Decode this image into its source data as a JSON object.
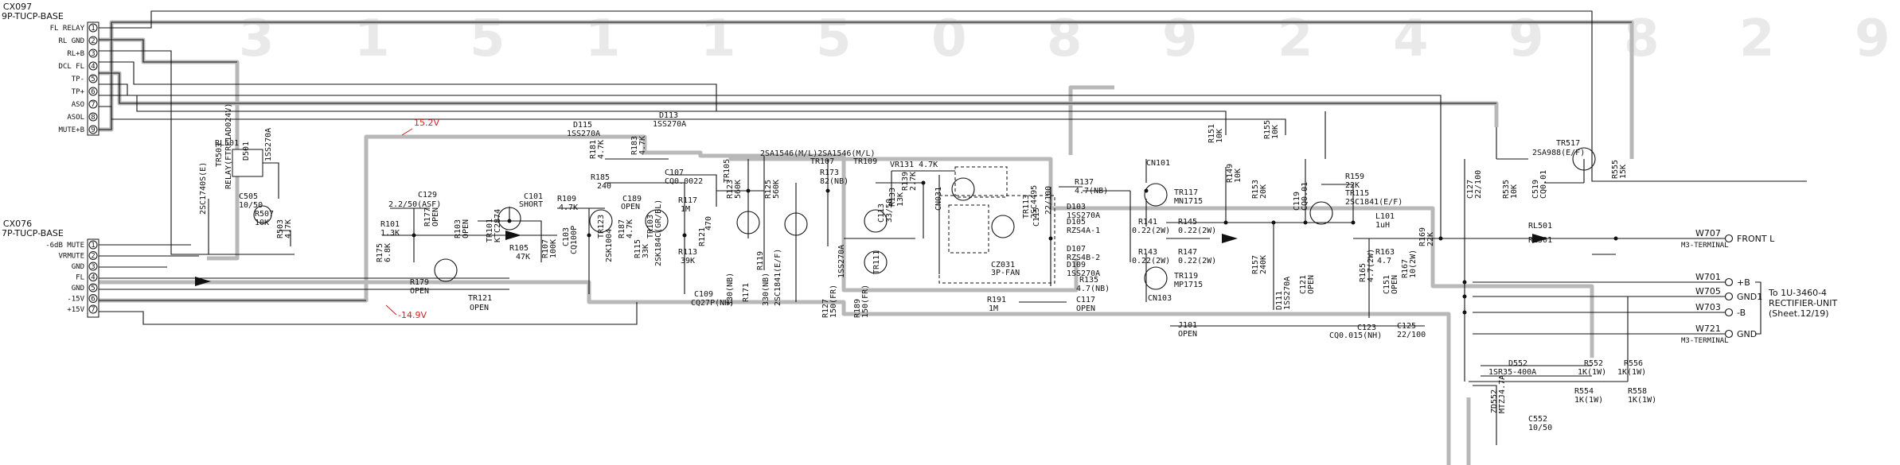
{
  "watermark_digits": [
    "3",
    "1",
    "5",
    "1",
    "1",
    "5",
    "0",
    "8",
    "9",
    "2",
    "4",
    "9",
    "8",
    "2",
    "9"
  ],
  "connector_top": {
    "name": "CX097",
    "type": "9P-TUCP-BASE",
    "pins": [
      {
        "num": "1",
        "label": "FL RELAY"
      },
      {
        "num": "2",
        "label": "RL GND"
      },
      {
        "num": "3",
        "label": "RL+B"
      },
      {
        "num": "4",
        "label": "DCL FL"
      },
      {
        "num": "5",
        "label": "TP-"
      },
      {
        "num": "6",
        "label": "TP+"
      },
      {
        "num": "7",
        "label": "ASO"
      },
      {
        "num": "8",
        "label": "ASOL"
      },
      {
        "num": "9",
        "label": "MUTE+B"
      }
    ]
  },
  "connector_bottom": {
    "name": "CX076",
    "type": "7P-TUCP-BASE",
    "pins": [
      {
        "num": "1",
        "label": "-6dB MUTE"
      },
      {
        "num": "2",
        "label": "VRMUTE"
      },
      {
        "num": "3",
        "label": "GND"
      },
      {
        "num": "4",
        "label": "FL"
      },
      {
        "num": "5",
        "label": "GND"
      },
      {
        "num": "6",
        "label": "-15V"
      },
      {
        "num": "7",
        "label": "+15V"
      }
    ]
  },
  "voltages": {
    "pos": "15.2V",
    "neg": "-14.9V"
  },
  "parts": [
    {
      "id": "RL501",
      "text": "RL501"
    },
    {
      "id": "TR503",
      "text": "TR503"
    },
    {
      "id": "c1740s",
      "text": "2SC1740S(E)"
    },
    {
      "id": "relay",
      "text": "RELAY(FTRF1AD024V)"
    },
    {
      "id": "D501",
      "text": "D501"
    },
    {
      "id": "d501v",
      "text": "1SS270A"
    },
    {
      "id": "C505",
      "text": "C505"
    },
    {
      "id": "c505v",
      "text": "10/50"
    },
    {
      "id": "R507",
      "text": "R507"
    },
    {
      "id": "r507v",
      "text": "10K"
    },
    {
      "id": "R503",
      "text": "R503"
    },
    {
      "id": "r503v",
      "text": "4.7K"
    },
    {
      "id": "C129",
      "text": "C129"
    },
    {
      "id": "c129v",
      "text": "2.2/50(ASF)"
    },
    {
      "id": "R101",
      "text": "R101"
    },
    {
      "id": "r101v",
      "text": "1.3K"
    },
    {
      "id": "R175",
      "text": "R175"
    },
    {
      "id": "r175v",
      "text": "6.8K"
    },
    {
      "id": "R177",
      "text": "R177"
    },
    {
      "id": "r177v",
      "text": "OPEN"
    },
    {
      "id": "R179",
      "text": "R179"
    },
    {
      "id": "r179v",
      "text": "OPEN"
    },
    {
      "id": "R103",
      "text": "R103"
    },
    {
      "id": "r103v",
      "text": "OPEN"
    },
    {
      "id": "TR121",
      "text": "TR121"
    },
    {
      "id": "tr121v",
      "text": "OPEN"
    },
    {
      "id": "TR101",
      "text": "TR101"
    },
    {
      "id": "ktc",
      "text": "KTC2874"
    },
    {
      "id": "C101",
      "text": "C101"
    },
    {
      "id": "c101v",
      "text": "SHORT"
    },
    {
      "id": "R105",
      "text": "R105"
    },
    {
      "id": "r105v",
      "text": "47K"
    },
    {
      "id": "R109",
      "text": "R109"
    },
    {
      "id": "r109v",
      "text": "4.7K"
    },
    {
      "id": "R107",
      "text": "R107"
    },
    {
      "id": "r107v",
      "text": "100K"
    },
    {
      "id": "C103",
      "text": "C103"
    },
    {
      "id": "c103v",
      "text": "CQ100P"
    },
    {
      "id": "D115",
      "text": "D115"
    },
    {
      "id": "d115v",
      "text": "1SS270A"
    },
    {
      "id": "D113",
      "text": "D113"
    },
    {
      "id": "d113v",
      "text": "1SS270A"
    },
    {
      "id": "R181",
      "text": "R181"
    },
    {
      "id": "r181v",
      "text": "4.7K"
    },
    {
      "id": "R183",
      "text": "R183"
    },
    {
      "id": "r183v",
      "text": "4.7K"
    },
    {
      "id": "R185",
      "text": "R185"
    },
    {
      "id": "r185v",
      "text": "240"
    },
    {
      "id": "C107",
      "text": "C107"
    },
    {
      "id": "c107v",
      "text": "CQ0.0022"
    },
    {
      "id": "C189",
      "text": "C189"
    },
    {
      "id": "c189v",
      "text": "OPEN"
    },
    {
      "id": "TR123",
      "text": "TR123"
    },
    {
      "id": "tr123v",
      "text": "2SK1004"
    },
    {
      "id": "TR103",
      "text": "TR103"
    },
    {
      "id": "tr103v",
      "text": "2SK184C(GR/BL)"
    },
    {
      "id": "R187",
      "text": "R187"
    },
    {
      "id": "r187v",
      "text": "4.7K"
    },
    {
      "id": "R115",
      "text": "R115"
    },
    {
      "id": "r115v",
      "text": "33K"
    },
    {
      "id": "R117",
      "text": "R117"
    },
    {
      "id": "r117v",
      "text": "1M"
    },
    {
      "id": "R113",
      "text": "R113"
    },
    {
      "id": "r113v",
      "text": "39K"
    },
    {
      "id": "R121",
      "text": "R121"
    },
    {
      "id": "r121v",
      "text": "470"
    },
    {
      "id": "C109",
      "text": "C109"
    },
    {
      "id": "c109v",
      "text": "CQ27P(NH)"
    },
    {
      "id": "tr_pair",
      "text": "2SA1546(M/L)2SA1546(M/L)"
    },
    {
      "id": "TR105",
      "text": "TR105"
    },
    {
      "id": "TR107",
      "text": "TR107"
    },
    {
      "id": "TR109",
      "text": "TR109"
    },
    {
      "id": "TR111",
      "text": "TR111"
    },
    {
      "id": "R123",
      "text": "R123"
    },
    {
      "id": "r123v",
      "text": "560K"
    },
    {
      "id": "R125",
      "text": "R125"
    },
    {
      "id": "r125v",
      "text": "560K"
    },
    {
      "id": "R127",
      "text": "R127"
    },
    {
      "id": "r127v",
      "text": "150(FR)"
    },
    {
      "id": "R171",
      "text": "R171"
    },
    {
      "id": "r171v",
      "text": "330(NB)"
    },
    {
      "id": "R119",
      "text": "R119"
    },
    {
      "id": "r119v",
      "text": "330(NB)"
    },
    {
      "id": "c1841",
      "text": "2SC1841(E/F)"
    },
    {
      "id": "R173",
      "text": "R173"
    },
    {
      "id": "r173v",
      "text": "82(NB)"
    },
    {
      "id": "R189",
      "text": "R189"
    },
    {
      "id": "r189v",
      "text": "150(FR)"
    },
    {
      "id": "c1565",
      "text": "1SS270A"
    },
    {
      "id": "VR131",
      "text": "VR131 4.7K"
    },
    {
      "id": "R133",
      "text": "R133"
    },
    {
      "id": "r133v",
      "text": "13K"
    },
    {
      "id": "R139",
      "text": "R139"
    },
    {
      "id": "r139v",
      "text": "2.7K"
    },
    {
      "id": "C113",
      "text": "C113"
    },
    {
      "id": "c113v",
      "text": "33/50"
    },
    {
      "id": "CN031",
      "text": "CN031"
    },
    {
      "id": "CZ031",
      "text": "CZ031"
    },
    {
      "id": "fan",
      "text": "3P-FAN"
    },
    {
      "id": "TR113",
      "text": "TR113"
    },
    {
      "id": "tr113v",
      "text": "2SC4495"
    },
    {
      "id": "C115",
      "text": "C115"
    },
    {
      "id": "c115v",
      "text": "22/100"
    },
    {
      "id": "R191",
      "text": "R191"
    },
    {
      "id": "r191v",
      "text": "1M"
    },
    {
      "id": "C117",
      "text": "C117"
    },
    {
      "id": "c117v",
      "text": "OPEN"
    },
    {
      "id": "R137",
      "text": "R137"
    },
    {
      "id": "r137v",
      "text": "4.7(NB)"
    },
    {
      "id": "D103",
      "text": "D103"
    },
    {
      "id": "d103v",
      "text": "1SS270A"
    },
    {
      "id": "D105",
      "text": "D105"
    },
    {
      "id": "d105v",
      "text": "RZS4A-1"
    },
    {
      "id": "D107",
      "text": "D107"
    },
    {
      "id": "d107v",
      "text": "RZS4B-2"
    },
    {
      "id": "D109",
      "text": "D109"
    },
    {
      "id": "d109v",
      "text": "1SS270A"
    },
    {
      "id": "R135",
      "text": "R135"
    },
    {
      "id": "r135v",
      "text": "4.7(NB)"
    },
    {
      "id": "CN101",
      "text": "CN101"
    },
    {
      "id": "CN103",
      "text": "CN103"
    },
    {
      "id": "TR117",
      "text": "TR117"
    },
    {
      "id": "tr117v",
      "text": "MN1715"
    },
    {
      "id": "TR119",
      "text": "TR119"
    },
    {
      "id": "tr119v",
      "text": "MP1715"
    },
    {
      "id": "R141",
      "text": "R141"
    },
    {
      "id": "r141v",
      "text": "0.22(2W)"
    },
    {
      "id": "R143",
      "text": "R143"
    },
    {
      "id": "r143v",
      "text": "0.22(2W)"
    },
    {
      "id": "R145",
      "text": "R145"
    },
    {
      "id": "r145v",
      "text": "0.22(2W)"
    },
    {
      "id": "R147",
      "text": "R147"
    },
    {
      "id": "r147v",
      "text": "0.22(2W)"
    },
    {
      "id": "R149",
      "text": "R149"
    },
    {
      "id": "r149v",
      "text": "10K"
    },
    {
      "id": "R151",
      "text": "R151"
    },
    {
      "id": "r151v",
      "text": "10K"
    },
    {
      "id": "R155",
      "text": "R155"
    },
    {
      "id": "r155v",
      "text": "10K"
    },
    {
      "id": "R153",
      "text": "R153"
    },
    {
      "id": "r153v",
      "text": "20K"
    },
    {
      "id": "C119",
      "text": "C119"
    },
    {
      "id": "c119v",
      "text": "CQ0.01"
    },
    {
      "id": "R159",
      "text": "R159"
    },
    {
      "id": "r159v",
      "text": "22K"
    },
    {
      "id": "TR115",
      "text": "TR115"
    },
    {
      "id": "tr115v",
      "text": "2SC1841(E/F)"
    },
    {
      "id": "C127",
      "text": "C127"
    },
    {
      "id": "c127v",
      "text": "22/100"
    },
    {
      "id": "L101",
      "text": "L101"
    },
    {
      "id": "l101v",
      "text": "1uH"
    },
    {
      "id": "R163",
      "text": "R163"
    },
    {
      "id": "r163v",
      "text": "4.7"
    },
    {
      "id": "R165",
      "text": "R165"
    },
    {
      "id": "r165v",
      "text": "4.7(2W)"
    },
    {
      "id": "R167",
      "text": "R167"
    },
    {
      "id": "r167v",
      "text": "10(2W)"
    },
    {
      "id": "R157",
      "text": "R157"
    },
    {
      "id": "r157v",
      "text": "240K"
    },
    {
      "id": "R169",
      "text": "R169"
    },
    {
      "id": "r169v",
      "text": "22K"
    },
    {
      "id": "D111",
      "text": "D111"
    },
    {
      "id": "d111v",
      "text": "1SS270A"
    },
    {
      "id": "C121",
      "text": "C121"
    },
    {
      "id": "c121v",
      "text": "OPEN"
    },
    {
      "id": "C123",
      "text": "C123"
    },
    {
      "id": "c123v",
      "text": "CQ0.015(NH)"
    },
    {
      "id": "C151",
      "text": "C151"
    },
    {
      "id": "c151v",
      "text": "OPEN"
    },
    {
      "id": "C125",
      "text": "C125"
    },
    {
      "id": "c125v",
      "text": "22/100"
    },
    {
      "id": "J101",
      "text": "J101"
    },
    {
      "id": "j101v",
      "text": "OPEN"
    },
    {
      "id": "TR517",
      "text": "TR517"
    },
    {
      "id": "tr517v",
      "text": "2SA988(E/F)"
    },
    {
      "id": "R535",
      "text": "R535"
    },
    {
      "id": "r535v",
      "text": "10K"
    },
    {
      "id": "C519",
      "text": "C519"
    },
    {
      "id": "c519v",
      "text": "CQ0.01"
    },
    {
      "id": "R555",
      "text": "R555"
    },
    {
      "id": "r555v",
      "text": "15K"
    },
    {
      "id": "RL501a",
      "text": "RL501"
    },
    {
      "id": "RL501b",
      "text": "RL501"
    },
    {
      "id": "D552",
      "text": "D552"
    },
    {
      "id": "d552v",
      "text": "1SR35-400A"
    },
    {
      "id": "ZD552",
      "text": "ZD552"
    },
    {
      "id": "zd552v",
      "text": "MTZJ4.7A"
    },
    {
      "id": "R552",
      "text": "R552"
    },
    {
      "id": "r552v",
      "text": "1K(1W)"
    },
    {
      "id": "R554",
      "text": "R554"
    },
    {
      "id": "r554v",
      "text": "1K(1W)"
    },
    {
      "id": "R556",
      "text": "R556"
    },
    {
      "id": "r556v",
      "text": "1K(1W)"
    },
    {
      "id": "R558",
      "text": "R558"
    },
    {
      "id": "r558v",
      "text": "1K(1W)"
    },
    {
      "id": "C552",
      "text": "C552"
    },
    {
      "id": "c552v",
      "text": "10/50"
    }
  ],
  "outputs": [
    {
      "id": "W707",
      "text": "W707",
      "signal": "FRONT L",
      "sub": "M3-TERMINAL"
    },
    {
      "id": "W701",
      "text": "W701",
      "signal": "+B",
      "sub": ""
    },
    {
      "id": "W705",
      "text": "W705",
      "signal": "GND1",
      "sub": ""
    },
    {
      "id": "W703",
      "text": "W703",
      "signal": "-B",
      "sub": ""
    },
    {
      "id": "W721",
      "text": "W721",
      "signal": "GND",
      "sub": "M3-TERMINAL"
    }
  ],
  "rectifier_note": [
    "To 1U-3460-4",
    "RECTIFIER-UNIT",
    "(Sheet.12/19)"
  ]
}
